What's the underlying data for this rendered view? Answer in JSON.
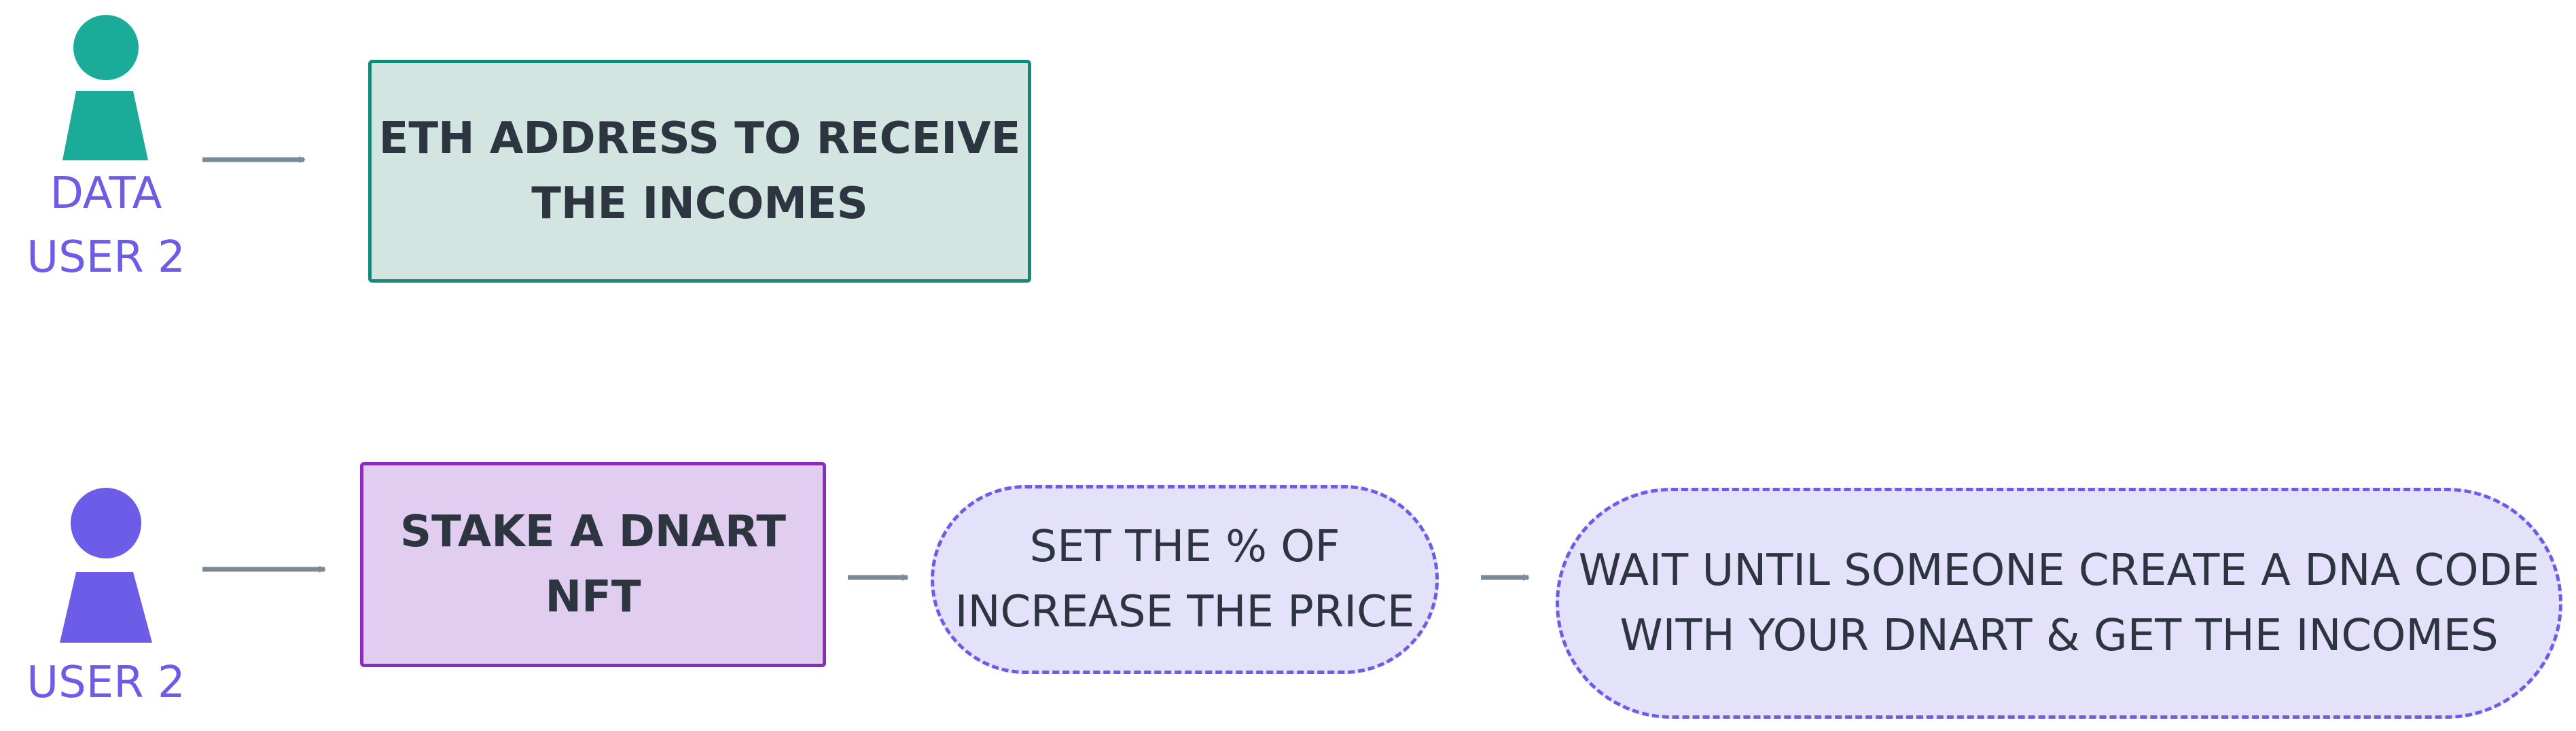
{
  "row1": {
    "actor_label_line1": "DATA",
    "actor_label_line2": "USER 2",
    "box_line1": "ETH ADDRESS TO RECEIVE",
    "box_line2": "THE INCOMES"
  },
  "row2": {
    "actor_label": "USER 2",
    "stake_line1": "STAKE A DNART",
    "stake_line2": "NFT",
    "price_line1": "SET THE % OF",
    "price_line2": "INCREASE THE PRICE",
    "wait_line1": "WAIT UNTIL SOMEONE CREATE A DNA CODE",
    "wait_line2": "WITH YOUR DNART & GET THE INCOMES"
  },
  "colors": {
    "actor1": "#1aac98",
    "actor2": "#6c5ce7",
    "arrow": "#7b8a96"
  }
}
